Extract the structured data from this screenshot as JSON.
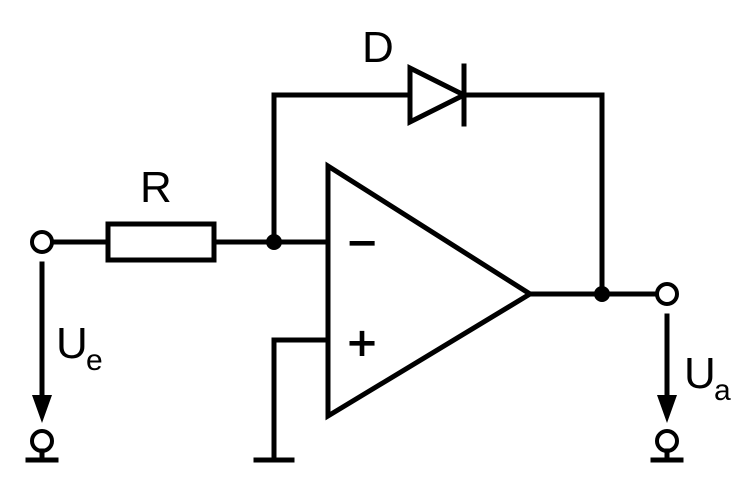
{
  "labels": {
    "diode": "D",
    "resistor": "R",
    "input_voltage": "U",
    "input_voltage_sub": "e",
    "output_voltage": "U",
    "output_voltage_sub": "a",
    "inverting_input": "−",
    "noninverting_input": "+"
  },
  "colors": {
    "line": "#000000",
    "background": "#ffffff"
  }
}
